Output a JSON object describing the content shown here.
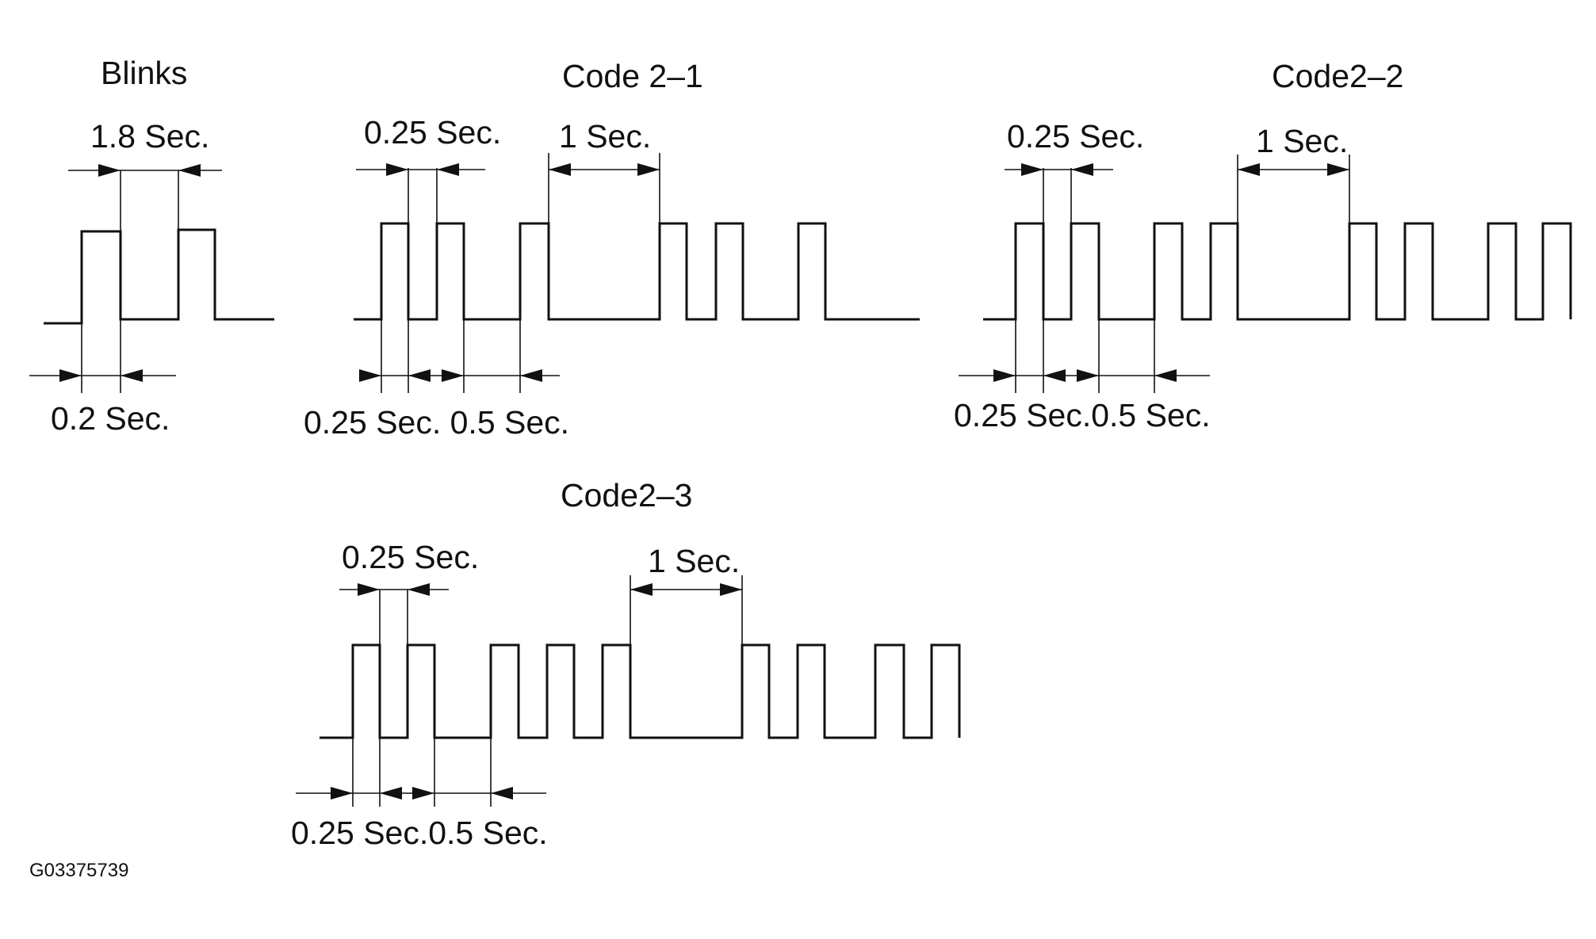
{
  "figure_id": "G03375739",
  "panels": [
    {
      "id": "blinks",
      "title": "Blinks",
      "labels": {
        "top": "1.8 Sec.",
        "bottom": "0.2 Sec."
      }
    },
    {
      "id": "code-2-1",
      "title": "Code 2–1",
      "labels": {
        "top_short": "0.25 Sec.",
        "top_long": "1 Sec.",
        "bottom": "0.25 Sec. 0.5 Sec."
      }
    },
    {
      "id": "code-2-2",
      "title": "Code2–2",
      "labels": {
        "top_short": "0.25 Sec.",
        "top_long": "1 Sec.",
        "bottom": "0.25 Sec.0.5 Sec."
      }
    },
    {
      "id": "code-2-3",
      "title": "Code2–3",
      "labels": {
        "top_short": "0.25 Sec.",
        "top_long": "1 Sec.",
        "bottom": "0.25 Sec.0.5 Sec."
      }
    }
  ]
}
